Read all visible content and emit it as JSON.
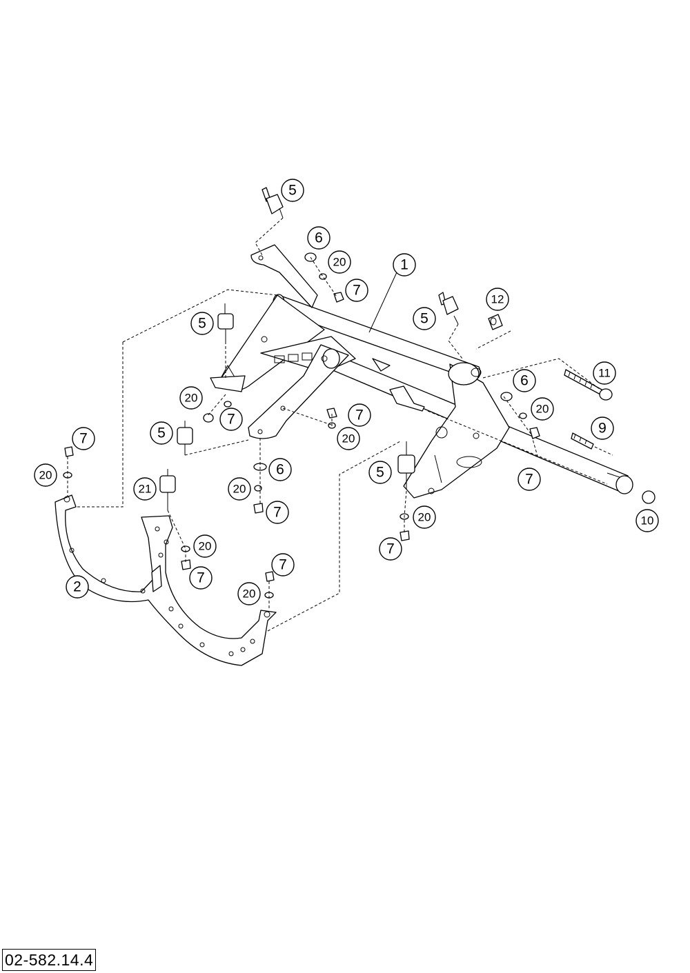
{
  "drawing_number": "02-582.14.4",
  "callouts": [
    {
      "id": "c1",
      "label": "1"
    },
    {
      "id": "c2",
      "label": "2"
    },
    {
      "id": "c5a",
      "label": "5"
    },
    {
      "id": "c5b",
      "label": "5"
    },
    {
      "id": "c5c",
      "label": "5"
    },
    {
      "id": "c5d",
      "label": "5"
    },
    {
      "id": "c5e",
      "label": "5"
    },
    {
      "id": "c6a",
      "label": "6"
    },
    {
      "id": "c6b",
      "label": "6"
    },
    {
      "id": "c6c",
      "label": "6"
    },
    {
      "id": "c7a",
      "label": "7"
    },
    {
      "id": "c7b",
      "label": "7"
    },
    {
      "id": "c7c",
      "label": "7"
    },
    {
      "id": "c7d",
      "label": "7"
    },
    {
      "id": "c7e",
      "label": "7"
    },
    {
      "id": "c7f",
      "label": "7"
    },
    {
      "id": "c7g",
      "label": "7"
    },
    {
      "id": "c7h",
      "label": "7"
    },
    {
      "id": "c7i",
      "label": "7"
    },
    {
      "id": "c9",
      "label": "9"
    },
    {
      "id": "c10",
      "label": "10"
    },
    {
      "id": "c11",
      "label": "11"
    },
    {
      "id": "c12",
      "label": "12"
    },
    {
      "id": "c20a",
      "label": "20"
    },
    {
      "id": "c20b",
      "label": "20"
    },
    {
      "id": "c20c",
      "label": "20"
    },
    {
      "id": "c20d",
      "label": "20"
    },
    {
      "id": "c20e",
      "label": "20"
    },
    {
      "id": "c20f",
      "label": "20"
    },
    {
      "id": "c20g",
      "label": "20"
    },
    {
      "id": "c20h",
      "label": "20"
    },
    {
      "id": "c20i",
      "label": "20"
    },
    {
      "id": "c21",
      "label": "21"
    }
  ]
}
